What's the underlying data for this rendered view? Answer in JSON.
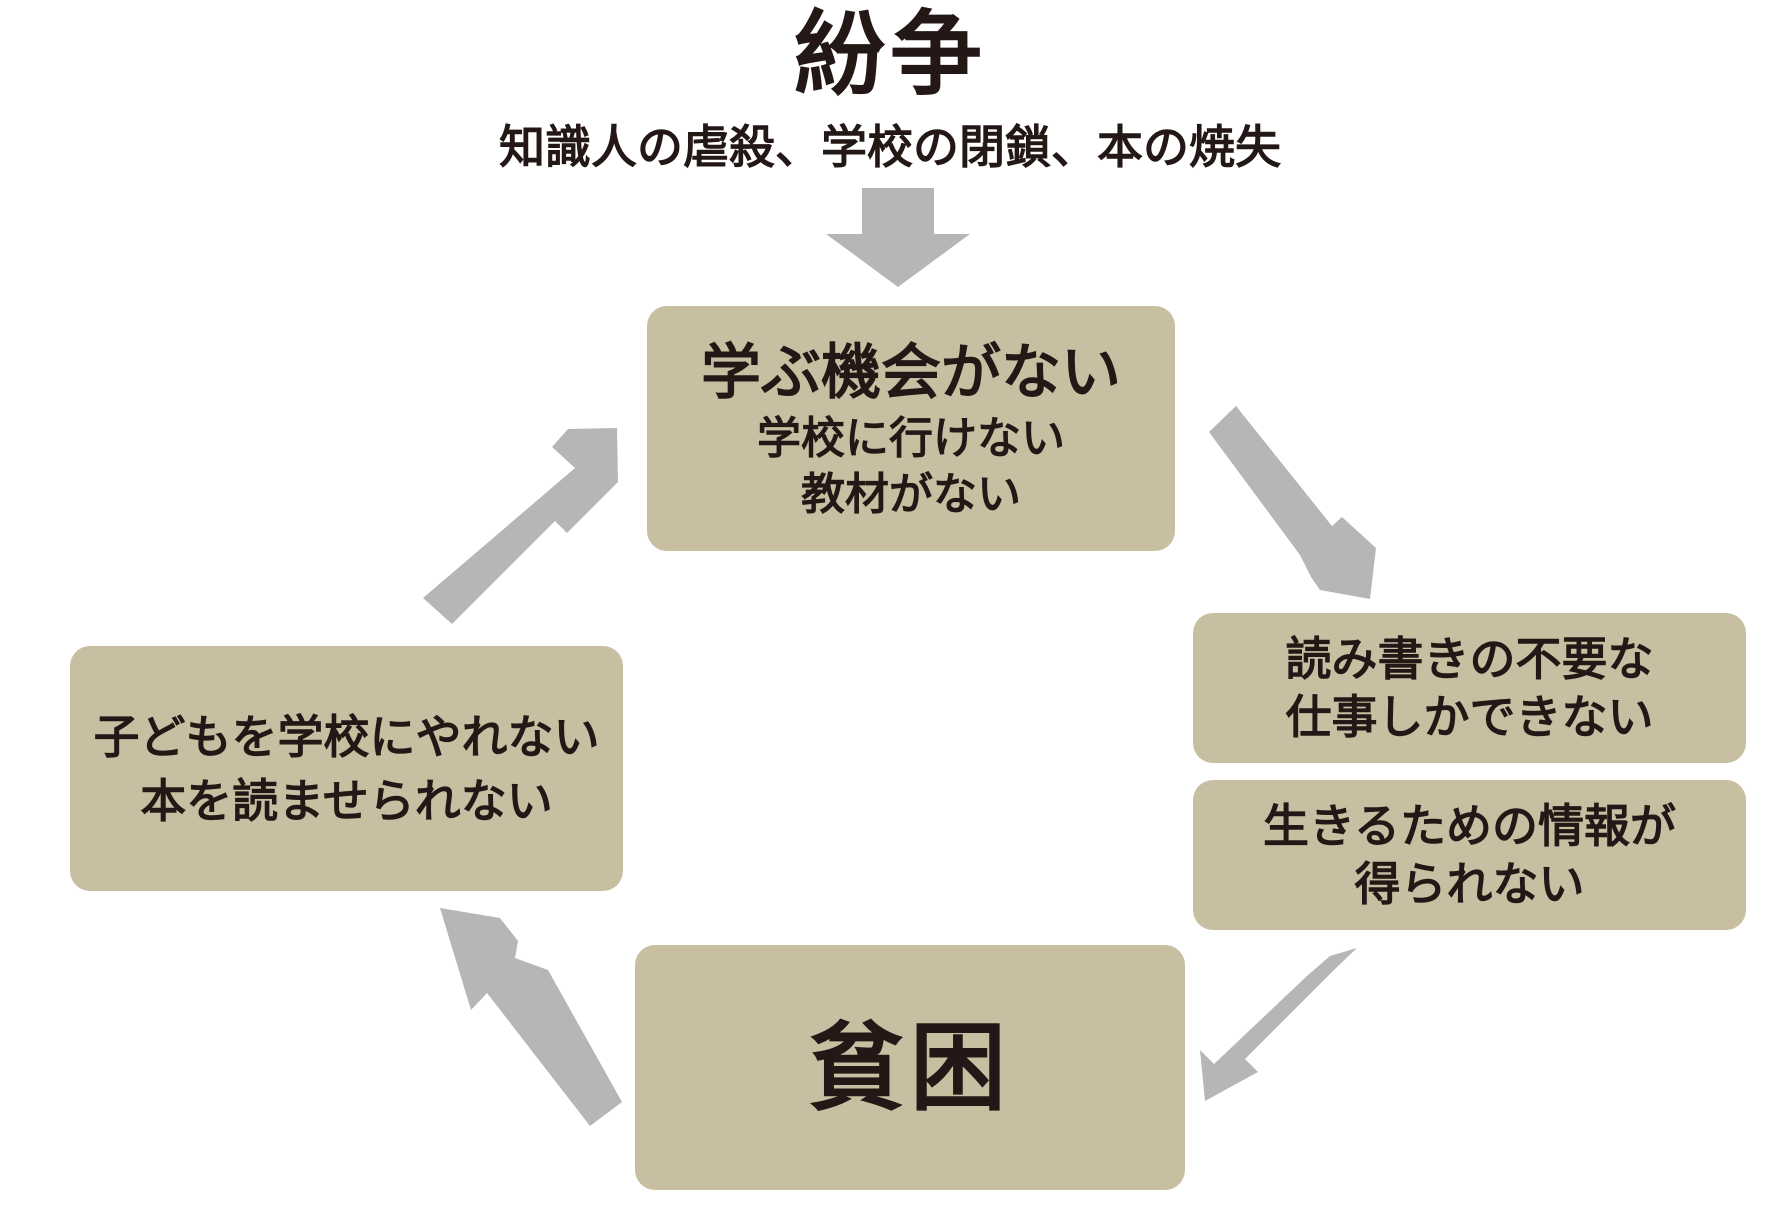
{
  "title": "紛争",
  "subtitle": "知識人の虐殺、学校の閉鎖、本の焼失",
  "boxes": {
    "learn": {
      "head": "学ぶ機会がない",
      "lines": [
        "学校に行けない",
        "教材がない"
      ]
    },
    "job": {
      "lines": [
        "読み書きの不要な",
        "仕事しかできない"
      ]
    },
    "info": {
      "lines": [
        "生きるための情報が",
        "得られない"
      ]
    },
    "poverty": {
      "head": "貧困"
    },
    "child": {
      "lines": [
        "子どもを学校にやれない",
        "本を読ませられない"
      ]
    }
  },
  "colors": {
    "box_fill": "#c8bea1",
    "arrow": "#b5b6b6",
    "text": "#231815"
  }
}
